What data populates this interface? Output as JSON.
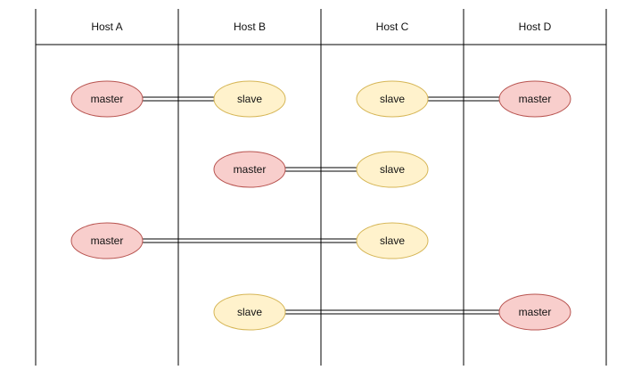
{
  "hosts": [
    {
      "label": "Host A"
    },
    {
      "label": "Host B"
    },
    {
      "label": "Host C"
    },
    {
      "label": "Host D"
    }
  ],
  "colors": {
    "master_fill": "#f8cecc",
    "master_stroke": "#b85450",
    "slave_fill": "#fff2cc",
    "slave_stroke": "#d6b656",
    "line": "#000000"
  },
  "replication_pairs": [
    {
      "row": 1,
      "master": {
        "label": "master",
        "host": 0
      },
      "slave": {
        "label": "slave",
        "host": 1
      }
    },
    {
      "row": 1,
      "master": {
        "label": "master",
        "host": 3
      },
      "slave": {
        "label": "slave",
        "host": 2
      }
    },
    {
      "row": 2,
      "master": {
        "label": "master",
        "host": 1
      },
      "slave": {
        "label": "slave",
        "host": 2
      }
    },
    {
      "row": 3,
      "master": {
        "label": "master",
        "host": 0
      },
      "slave": {
        "label": "slave",
        "host": 2
      }
    },
    {
      "row": 4,
      "master": {
        "label": "master",
        "host": 3
      },
      "slave": {
        "label": "slave",
        "host": 1
      }
    }
  ]
}
